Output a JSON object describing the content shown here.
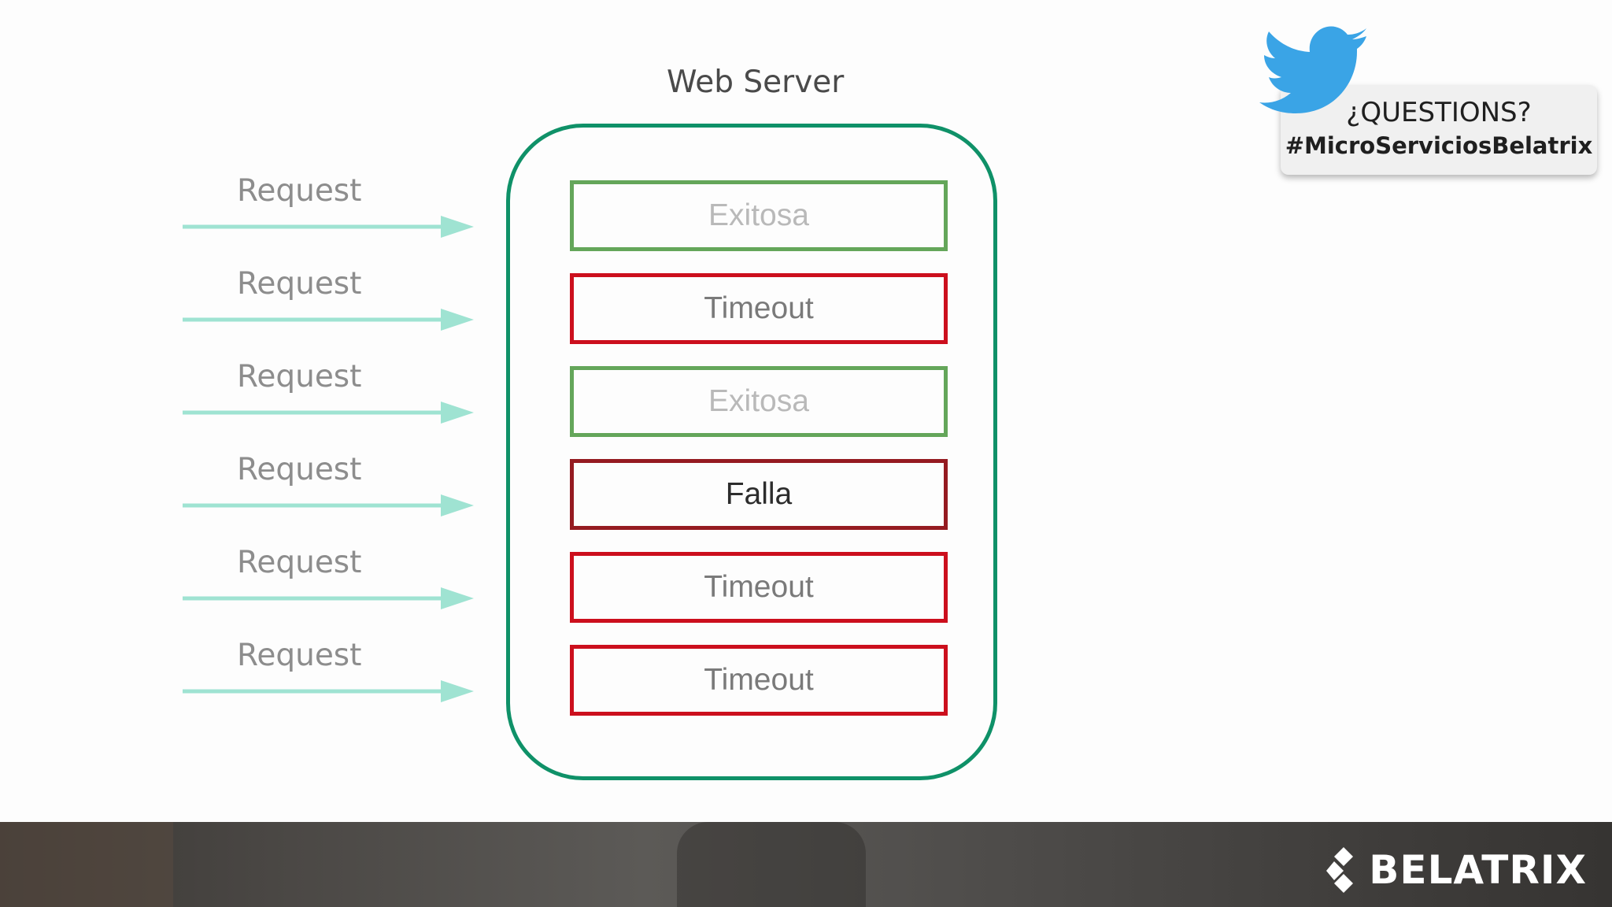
{
  "server": {
    "title": "Web Server"
  },
  "requests": [
    {
      "label": "Request"
    },
    {
      "label": "Request"
    },
    {
      "label": "Request"
    },
    {
      "label": "Request"
    },
    {
      "label": "Request"
    },
    {
      "label": "Request"
    }
  ],
  "responses": [
    {
      "label": "Exitosa",
      "kind": "success"
    },
    {
      "label": "Timeout",
      "kind": "timeout"
    },
    {
      "label": "Exitosa",
      "kind": "success"
    },
    {
      "label": "Falla",
      "kind": "failure"
    },
    {
      "label": "Timeout",
      "kind": "timeout"
    },
    {
      "label": "Timeout",
      "kind": "timeout"
    }
  ],
  "twitter": {
    "question": "¿QUESTIONS?",
    "hashtag": "#MicroServiciosBelatrix",
    "icon": "twitter-bird-icon"
  },
  "footer": {
    "brand": "BELATRIX",
    "logo_icon": "belatrix-logo-icon"
  },
  "colors": {
    "server_border": "#0f9168",
    "arrow": "#9fe3d2",
    "success": "#64a65a",
    "timeout": "#cc0f1d",
    "failure": "#951b21",
    "twitter_blue": "#3aa4e6"
  }
}
